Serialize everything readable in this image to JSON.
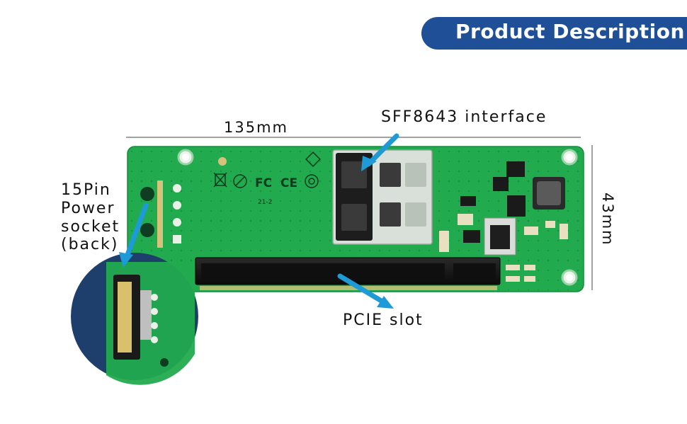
{
  "header": {
    "title": "Product Description"
  },
  "labels": {
    "width": "135mm",
    "height": "43mm",
    "interface": "SFF8643 interface",
    "power": [
      "15Pin",
      "Power",
      "socket",
      "(back)"
    ],
    "slot": "PCIE slot"
  },
  "board": {
    "silkscreen_ce": "CE",
    "silkscreen_fc": "FC",
    "silkscreen_code": "21-2"
  },
  "colors": {
    "header_bg": "#1f4f96",
    "pcb_green": "#21a94d",
    "arrow_blue": "#1e9ad6",
    "inset_bg": "#1e3f6b"
  }
}
